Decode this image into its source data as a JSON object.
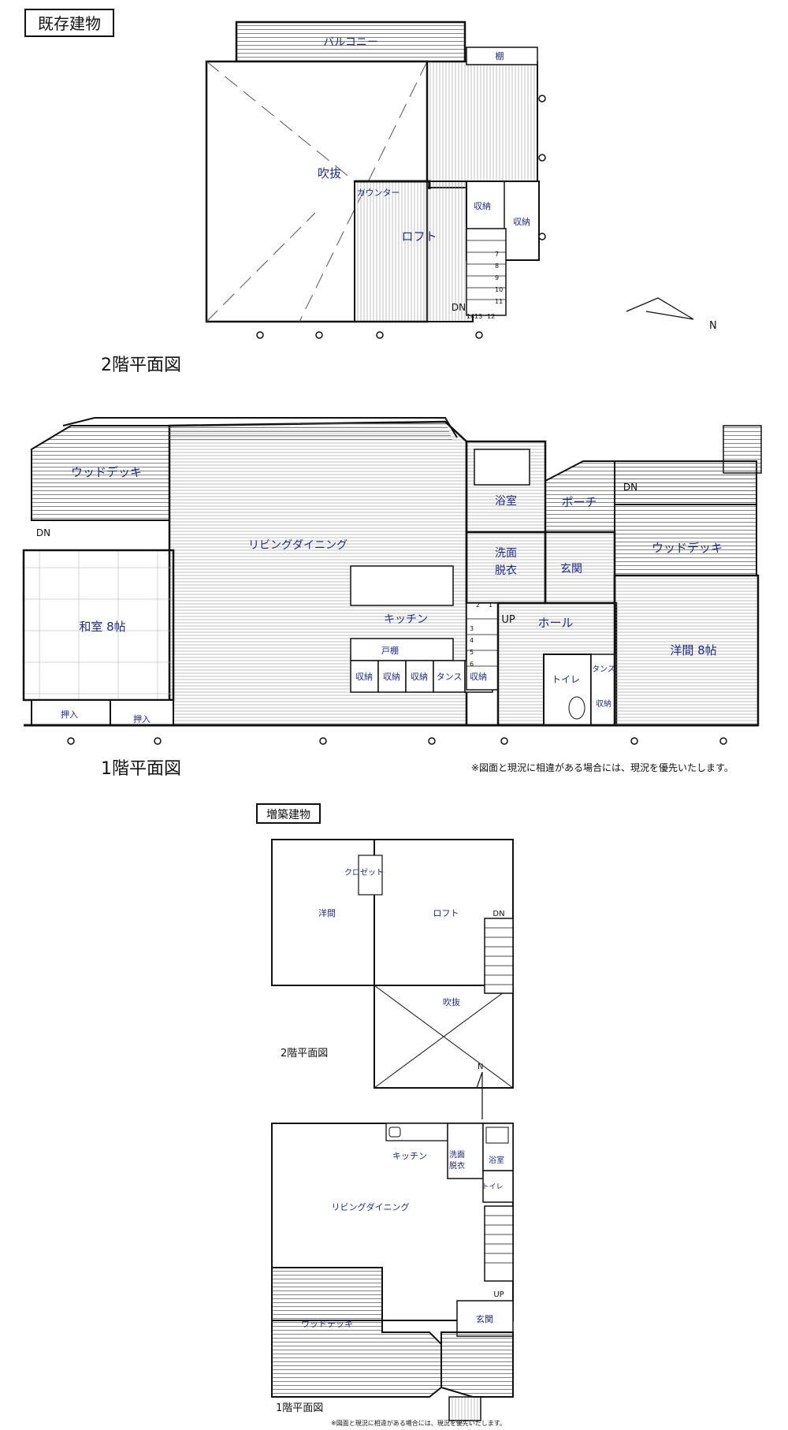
{
  "existing_title": "既存建物",
  "addition_title": "増築建物",
  "existing": {
    "floor2": {
      "caption": "2階平面図",
      "rooms": {
        "balcony": "バルコニー",
        "shelf": "棚",
        "void": "吹抜",
        "counter": "カウンター",
        "loft": "ロフト",
        "storage1": "収納",
        "storage2": "収納",
        "dn": "DN"
      },
      "stair_numbers": [
        "14",
        "13",
        "12",
        "11",
        "10",
        "9",
        "8",
        "7"
      ]
    },
    "floor1": {
      "caption": "1階平面図",
      "rooms": {
        "wood_deck_left": "ウッドデッキ",
        "dn_left": "DN",
        "living": "リビングダイニング",
        "bath": "浴室",
        "porch": "ポーチ",
        "dn_right": "DN",
        "wash": "洗面",
        "dress": "脱衣",
        "entrance": "玄関",
        "wood_deck_right": "ウッドデッキ",
        "washitsu": "和室 8帖",
        "kitchen": "キッチン",
        "up": "UP",
        "hall": "ホール",
        "youma": "洋間 8帖",
        "todana": "戸棚",
        "storage_a": "収納",
        "storage_b": "収納",
        "storage_c": "収納",
        "tansu": "タンス",
        "storage_d": "収納",
        "toilet": "トイレ",
        "tansu2": "タンス",
        "storage_e": "収納",
        "oshiire1": "押入",
        "oshiire2": "押入"
      },
      "stair_numbers": [
        "2",
        "1",
        "3",
        "4",
        "5",
        "6"
      ]
    },
    "note": "※図面と現況に相違がある場合には、現況を優先いたします。"
  },
  "addition": {
    "floor2": {
      "caption": "2階平面図",
      "rooms": {
        "closet": "クロゼット",
        "youma": "洋間",
        "loft": "ロフト",
        "dn": "DN",
        "void": "吹抜"
      }
    },
    "compass_n": "N",
    "floor1": {
      "caption": "1階平面図",
      "rooms": {
        "kitchen": "キッチン",
        "wash": "洗面",
        "dress": "脱衣",
        "bath": "浴室",
        "toilet": "トイレ",
        "living": "リビングダイニング",
        "up": "UP",
        "wood_deck": "ウッドデッキ",
        "entrance": "玄関"
      }
    },
    "note": "※図面と現況に相違がある場合には、現況を優先いたします。"
  },
  "compass_n": "N"
}
